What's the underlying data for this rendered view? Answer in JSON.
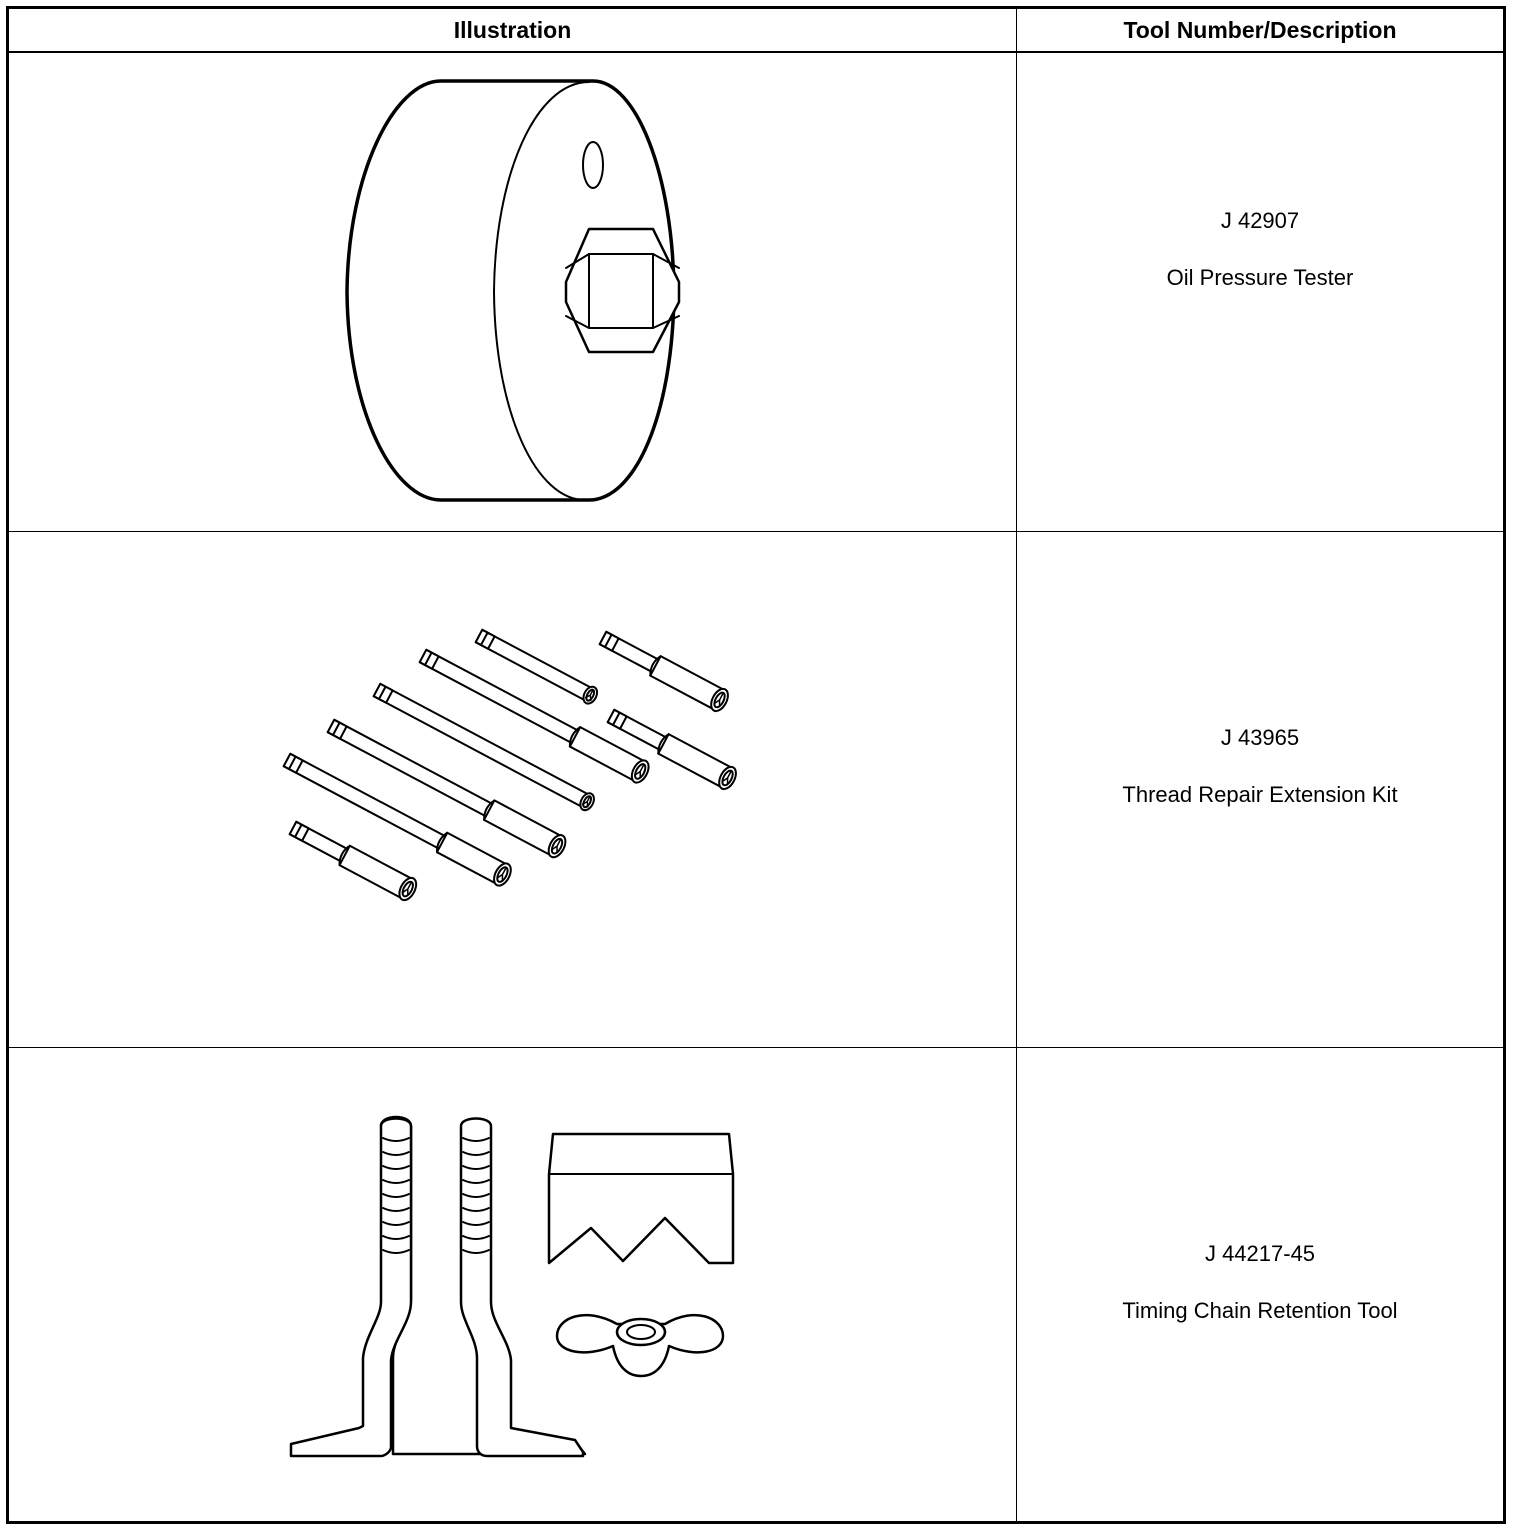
{
  "table": {
    "headers": {
      "illustration": "Illustration",
      "tool": "Tool Number/Description"
    },
    "rows": [
      {
        "tool_number": "J 42907",
        "description": "Oil Pressure Tester",
        "illustration_icon": "oil-pressure-tester-icon"
      },
      {
        "tool_number": "J 43965",
        "description": "Thread Repair Extension Kit",
        "illustration_icon": "thread-repair-extension-kit-icon"
      },
      {
        "tool_number": "J 44217-45",
        "description": "Timing Chain Retention Tool",
        "illustration_icon": "timing-chain-retention-tool-icon"
      }
    ]
  }
}
